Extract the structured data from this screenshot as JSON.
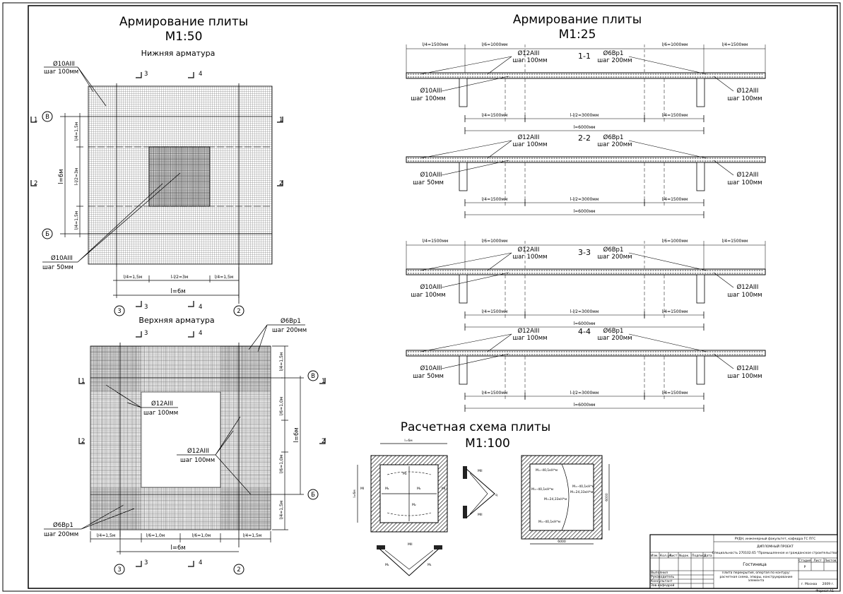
{
  "left": {
    "title": "Армирование плиты",
    "scale": "М1:50",
    "bottom_subtitle": "Нижняя арматура",
    "top_subtitle": "Верхняя арматура",
    "bottom_plan": {
      "callout_rebar_10": "Ø10AIII",
      "callout_step_100": "шаг 100мм",
      "callout_rebar_10b": "Ø10AIII",
      "callout_step_50": "шаг 50мм",
      "dim_l4a": "l/4=1,5м",
      "dim_l2": "l-l/2=3м",
      "dim_l4b": "l/4=1,5м",
      "dim_total": "l=6м",
      "vdim_top": "l/4=1,5м",
      "vdim_mid": "l-l/2=3м",
      "vdim_bot": "l/4=1,5м",
      "vdim_total": "l=6м",
      "axis_v": "В",
      "axis_b": "Б",
      "axis_3": "3",
      "axis_2": "2",
      "sec1": "1",
      "sec2": "2",
      "sec3": "3",
      "sec4": "4"
    },
    "top_plan": {
      "callout_6vr": "Ø6Вр1",
      "callout_step_200": "шаг 200мм",
      "callout_12a": "Ø12AIII",
      "callout_step_100a": "шаг 100мм",
      "callout_12b": "Ø12AIII",
      "callout_step_100b": "шаг 100мм",
      "callout_6vr_b": "Ø6Вр1",
      "callout_step_200b": "шаг 200мм",
      "dim_a": "l/4=1,5м",
      "dim_b": "l/6=1,0м",
      "dim_c": "l/6=1,0м",
      "dim_d": "l/4=1,5м",
      "dim_total": "l=6м",
      "vdim_a": "l/4=1,5м",
      "vdim_b": "l/6=1,0м",
      "vdim_c": "l/6=1,0м",
      "vdim_d": "l/4=1,5м",
      "vdim_total": "l=6м",
      "axis_v": "В",
      "axis_b": "Б",
      "axis_3": "3",
      "axis_2": "2",
      "sec1": "1",
      "sec2": "2",
      "sec3": "3",
      "sec4": "4"
    }
  },
  "right": {
    "title": "Армирование плиты",
    "scale": "М1:25",
    "sections": [
      {
        "name": "1-1",
        "top_l4l": "l/4=1500мм",
        "top_l6l": "l/6=1000мм",
        "top_l6r": "l/6=1000мм",
        "top_l4r": "l/4=1500мм",
        "c1a": "Ø12AIII",
        "c1b": "шаг 100мм",
        "c2a": "Ø6Вр1",
        "c2b": "шаг 200мм",
        "c3a": "Ø10AIII",
        "c3b": "шаг 100мм",
        "c4a": "Ø12AIII",
        "c4b": "шаг 100мм",
        "d1": "l/4=1500мм",
        "d2": "l-l/2=3000мм",
        "d3": "l/4=1500мм",
        "dt": "l=6000мм"
      },
      {
        "name": "2-2",
        "top_l4l": "",
        "top_l6l": "",
        "top_l6r": "",
        "top_l4r": "",
        "c1a": "Ø12AIII",
        "c1b": "шаг 100мм",
        "c2a": "Ø6Вр1",
        "c2b": "шаг 200мм",
        "c3a": "Ø10AIII",
        "c3b": "шаг 50мм",
        "c4a": "Ø12AIII",
        "c4b": "шаг 100мм",
        "d1": "l/4=1500мм",
        "d2": "l-l/2=3000мм",
        "d3": "l/4=1500мм",
        "dt": "l=6000мм"
      },
      {
        "name": "3-3",
        "top_l4l": "l/4=1500мм",
        "top_l6l": "l/6=1000мм",
        "top_l6r": "l/6=1000мм",
        "top_l4r": "l/4=1500мм",
        "c1a": "Ø12AIII",
        "c1b": "шаг 100мм",
        "c2a": "Ø6Вр1",
        "c2b": "шаг 200мм",
        "c3a": "Ø10AIII",
        "c3b": "шаг 100мм",
        "c4a": "Ø12AIII",
        "c4b": "шаг 100мм",
        "d1": "l/4=1500мм",
        "d2": "l-l/2=3000мм",
        "d3": "l/4=1500мм",
        "dt": "l=6000мм"
      },
      {
        "name": "4-4",
        "top_l4l": "",
        "top_l6l": "",
        "top_l6r": "",
        "top_l4r": "",
        "c1a": "Ø12AIII",
        "c1b": "шаг 100мм",
        "c2a": "Ø6Вр1",
        "c2b": "шаг 200мм",
        "c3a": "Ø10AIII",
        "c3b": "шаг 50мм",
        "c4a": "Ø12AIII",
        "c4b": "шаг 100мм",
        "d1": "l/4=1500мм",
        "d2": "l-l/2=3000мм",
        "d3": "l/4=1500мм",
        "dt": "l=6000мм"
      }
    ]
  },
  "calc": {
    "title": "Расчетная схема плиты",
    "scale": "М1:100",
    "dim_l": "l=6м",
    "dim_v": "l=6м",
    "dim_6000h": "6000",
    "dim_6000v": "6000",
    "labels": {
      "m1": "M₁",
      "m2": "M₂",
      "mI": "MI",
      "mII": "MII",
      "q": "q",
      "m_corner": "M=-40,1кН*м",
      "m_mid": "M=-40,1кН*м",
      "m_pos": "M=24,33кН*м",
      "m_pos2": "M=24,33кН*м",
      "m_low": "M=-40,1кН*м"
    }
  },
  "stamp": {
    "org": "РУДН, инженерный факультет, кафедра ГС ПГС",
    "doc": "ДИПЛОМНЫЙ ПРОЕКТ",
    "spec": "Специальность 270102.65 \"Промышленное и гражданское строительство\"",
    "building": "Гостиница",
    "sheet_title": "Плита перекрытия, опертая по контуру: расчетная схема, эпюры, конструирование элемента",
    "stage_h": "Стадия",
    "sheet_h": "Лист",
    "sheets_h": "Листов",
    "stage": "Р",
    "cols": [
      "Изм.",
      "Кол.уч.",
      "Лист",
      "№док.",
      "Подпись",
      "Дата"
    ],
    "roles": [
      "Выполнил",
      "Руководитель",
      "Консультант",
      "Зав.кафедрой"
    ],
    "city": "г. Москва",
    "year": "2009 г.",
    "format": "Формат А1"
  }
}
